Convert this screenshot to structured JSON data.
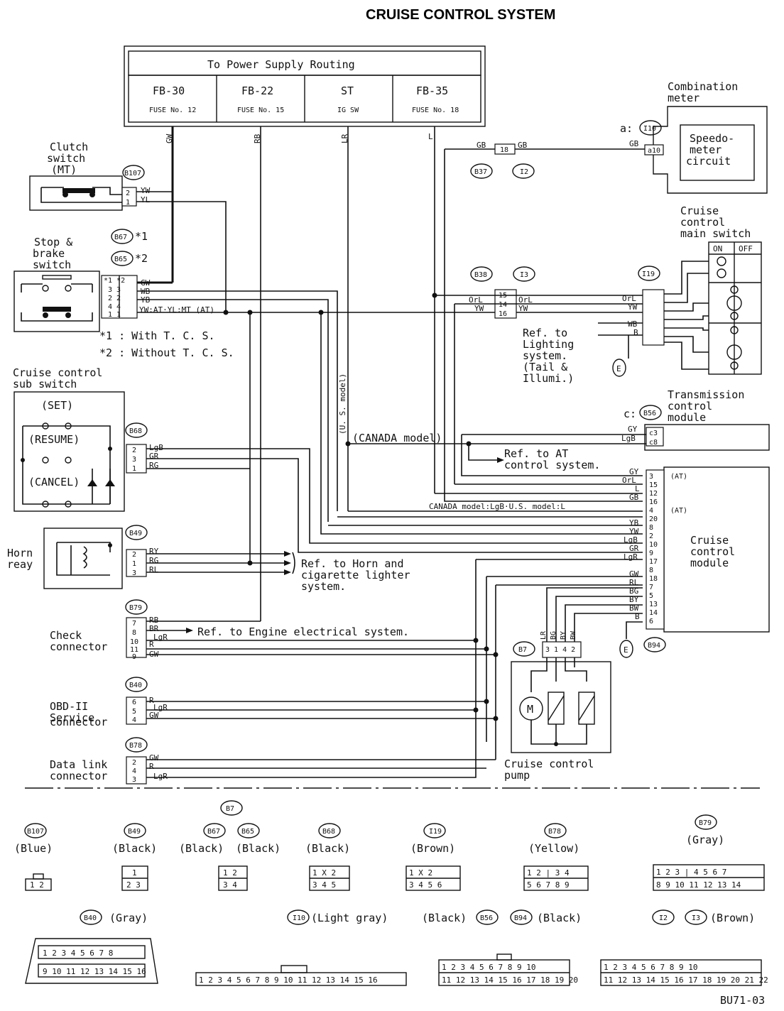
{
  "title": "CRUISE CONTROL SYSTEM",
  "code": "BU71-03",
  "power": {
    "heading": "To Power Supply Routing",
    "fuses": [
      {
        "name": "FB-30",
        "sub": "FUSE No. 12"
      },
      {
        "name": "FB-22",
        "sub": "FUSE No. 15"
      },
      {
        "name": "ST",
        "sub": "IG SW"
      },
      {
        "name": "FB-35",
        "sub": "FUSE No. 18"
      }
    ]
  },
  "components": {
    "clutch": [
      "Clutch",
      "switch",
      "(MT)"
    ],
    "stop": [
      "Stop &",
      "brake",
      "switch"
    ],
    "note1": "*1 : With T. C. S.",
    "note2": "*2 : Without T. C. S.",
    "sub_switch": [
      "Cruise control",
      "sub switch"
    ],
    "set": "(SET)",
    "resume": "(RESUME)",
    "cancel": "(CANCEL)",
    "horn": [
      "Horn",
      "reay"
    ],
    "check": [
      "Check",
      "connector"
    ],
    "obd": [
      "OBD-II",
      "Service",
      "connector"
    ],
    "dlc": [
      "Data link",
      "connector"
    ],
    "meter": [
      "Combination",
      "meter"
    ],
    "speedo": [
      "Speedo-",
      "meter",
      "circuit"
    ],
    "main_switch": [
      "Cruise",
      "control",
      "main switch"
    ],
    "on": "ON",
    "off": "OFF",
    "tcm": [
      "Transmission",
      "control",
      "module"
    ],
    "ccm": [
      "Cruise",
      "control",
      "module"
    ],
    "pump": [
      "Cruise control",
      "pump"
    ]
  },
  "refs": {
    "lighting": [
      "Ref. to",
      "Lighting",
      "system.",
      "(Tail &",
      "Illumi.)"
    ],
    "at": [
      "Ref. to AT",
      "control system."
    ],
    "horn": [
      "Ref. to Horn and",
      "cigarette lighter",
      "system."
    ],
    "engine": "Ref. to Engine electrical system.",
    "canada": "(CANADA model)",
    "us": "(U. S. model)",
    "canada_us": "CANADA model:LgB·U.S. model:L",
    "ytat": "YW:AT·YL:MT (AT)",
    "at1": "(AT)",
    "at2": "(AT)",
    "a_i10": "a:",
    "c_b56": "c:"
  },
  "connectors": {
    "B107": "B107",
    "B67": "B67",
    "B65": "B65",
    "B68": "B68",
    "B49": "B49",
    "B79": "B79",
    "B40": "B40",
    "B78": "B78",
    "B37": "B37",
    "I2": "I2",
    "B38": "B38",
    "I3": "I3",
    "I19": "I19",
    "I10": "I10",
    "B56": "B56",
    "B94": "B94",
    "B7": "B7"
  },
  "wires": {
    "GW": "GW",
    "RB": "RB",
    "LR": "LR",
    "L": "L",
    "GB": "GB",
    "YW": "YW",
    "YL": "YL",
    "WB": "WB",
    "YB": "YB",
    "LgB": "LgB",
    "GR": "GR",
    "RG": "RG",
    "RY": "RY",
    "RL": "RL",
    "BR": "BR",
    "R": "R",
    "LgR": "LgR",
    "GY": "GY",
    "OrL": "OrL",
    "B": "B",
    "BG": "BG",
    "BY": "BY",
    "BW": "BW",
    "LR2": "LR"
  },
  "legend": [
    {
      "id": "B107",
      "color": "(Blue)"
    },
    {
      "id": "B49",
      "color": "(Black)"
    },
    {
      "id": "B67",
      "color": "(Black)"
    },
    {
      "id": "B65",
      "color": "(Black)"
    },
    {
      "id": "B68",
      "color": "(Black)"
    },
    {
      "id": "I19",
      "color": "(Brown)"
    },
    {
      "id": "B78",
      "color": "(Yellow)"
    },
    {
      "id": "B79",
      "color": "(Gray)"
    },
    {
      "id": "B40",
      "color": "(Gray)"
    },
    {
      "id": "I10",
      "color": "(Light gray)"
    },
    {
      "id": "B56",
      "color": "(Black)"
    },
    {
      "id": "B94",
      "color": "(Black)"
    },
    {
      "id": "I2",
      "color": ""
    },
    {
      "id": "I3",
      "color": "(Brown)"
    }
  ]
}
